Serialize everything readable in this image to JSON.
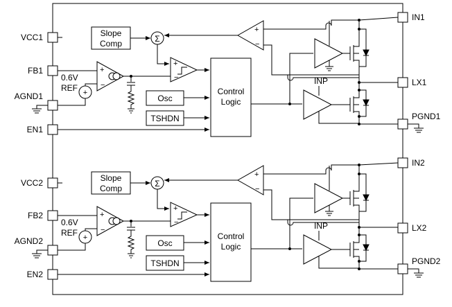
{
  "pins": {
    "left": [
      "VCC1",
      "FB1",
      "AGND1",
      "EN1",
      "VCC2",
      "FB2",
      "AGND2",
      "EN2"
    ],
    "right": [
      "IN1",
      "LX1",
      "PGND1",
      "IN2",
      "LX2",
      "PGND2"
    ]
  },
  "blocks": {
    "slope_line1": "Slope",
    "slope_line2": "Comp",
    "osc": "Osc",
    "tshdn": "TSHDN",
    "control_line1": "Control",
    "control_line2": "Logic"
  },
  "labels": {
    "ref_voltage": "0.6V",
    "ref": "REF",
    "inp": "INP",
    "sum_symbol": "Σ",
    "plus": "+",
    "minus": "−"
  }
}
